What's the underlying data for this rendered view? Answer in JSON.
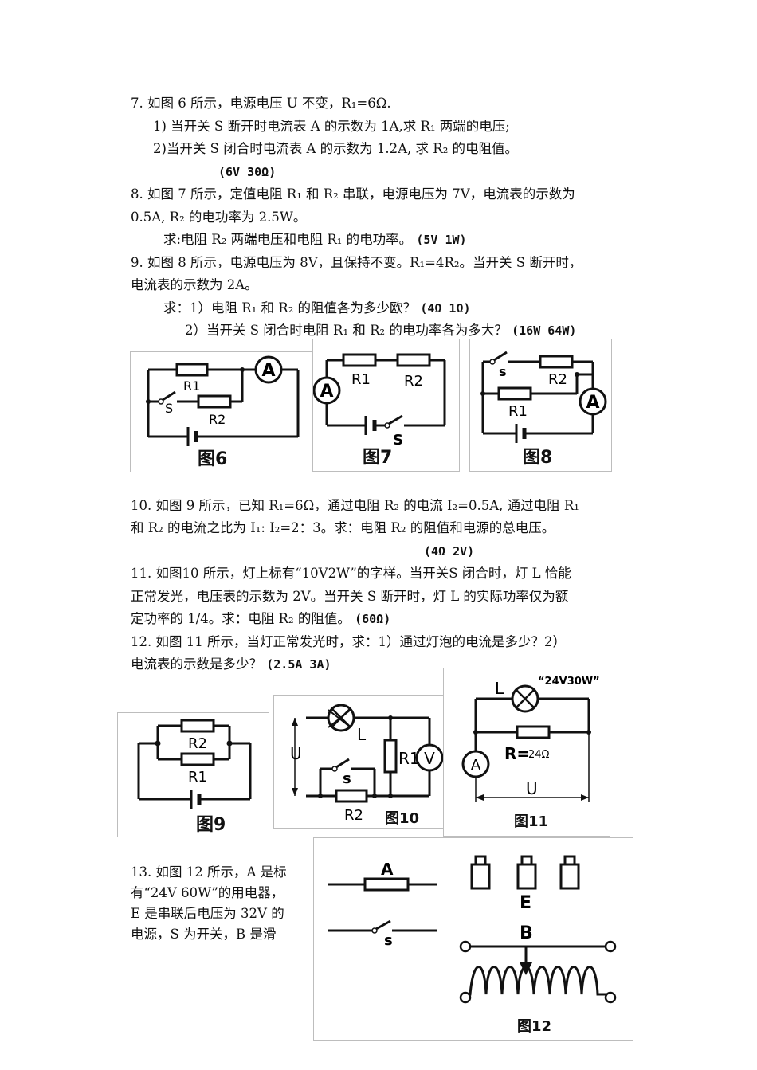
{
  "q7": {
    "line1": "7. 如图 6 所示，电源电压 U 不变，R₁=6Ω.",
    "line2": "1)  当开关 S 断开时电流表 A 的示数为 1A,求 R₁ 两端的电压;",
    "line3": "2)当开关 S 闭合时电流表 A 的示数为 1.2A, 求 R₂ 的电阻值。",
    "answer": "(6V  30Ω)"
  },
  "q8": {
    "line1": "8. 如图 7 所示，定值电阻 R₁ 和 R₂ 串联，电源电压为 7V，电流表的示数为",
    "line2": "0.5A, R₂ 的电功率为 2.5W。",
    "line3": "求:电阻 R₂ 两端电压和电阻 R₁ 的电功率。",
    "answer": "(5V 1W)"
  },
  "q9": {
    "line1": "9. 如图 8 所示，电源电压为 8V，且保持不变。R₁=4R₂。当开关 S 断开时，",
    "line2": "电流表的示数为 2A。",
    "line3": "求：1）电阻 R₁ 和 R₂ 的阻值各为多少欧？",
    "answer3": "(4Ω 1Ω)",
    "line4": "2）当开关 S 闭合时电阻 R₁ 和 R₂ 的电功率各为多大？",
    "answer4": "(16W 64W)"
  },
  "q10": {
    "line1": "10. 如图 9 所示，已知 R₁=6Ω，通过电阻 R₂ 的电流 I₂=0.5A, 通过电阻 R₁",
    "line2": "和 R₂ 的电流之比为 I₁:  I₂=2：3。求：电阻 R₂ 的阻值和电源的总电压。",
    "answer": "(4Ω 2V)"
  },
  "q11": {
    "line1": "11. 如图10 所示，灯上标有“10V2W”的字样。当开关S 闭合时，灯 L 恰能",
    "line2": "正常发光，电压表的示数为 2V。当开关 S 断开时，灯 L 的实际功率仅为额",
    "line3": "定功率的 1/4。求：电阻 R₂ 的阻值。",
    "answer": "(60Ω)"
  },
  "q12": {
    "line1": "12. 如图 11 所示，当灯正常发光时，求：1）通过灯泡的电流是多少？2）",
    "line2": "电流表的示数是多少？",
    "answer": "(2.5A  3A)"
  },
  "q13": {
    "lines": [
      "13. 如图 12 所示，A 是标",
      "有“24V 60W”的用电器，",
      "E 是串联后电压为 32V 的",
      "电源，S 为开关，B 是滑"
    ]
  },
  "figures": {
    "fig6": {
      "caption": "图6",
      "labels": [
        "A",
        "R1",
        "S",
        "R2"
      ]
    },
    "fig7": {
      "caption": "图7",
      "labels": [
        "R1",
        "R2",
        "A",
        "S"
      ]
    },
    "fig8": {
      "caption": "图8",
      "labels": [
        "s",
        "R2",
        "A",
        "R1"
      ]
    },
    "fig9": {
      "caption": "图9",
      "labels": [
        "R2",
        "R1"
      ]
    },
    "fig10": {
      "caption": "图10",
      "labels": [
        "U",
        "L",
        "R1",
        "V",
        "s",
        "R2"
      ]
    },
    "fig11": {
      "caption": "图11",
      "labels": [
        "L",
        "“24V30W”",
        "A",
        "R=",
        "24Ω",
        "U"
      ]
    },
    "fig12": {
      "caption": "图12",
      "labels": [
        "A",
        "E",
        "B",
        "s"
      ]
    }
  }
}
